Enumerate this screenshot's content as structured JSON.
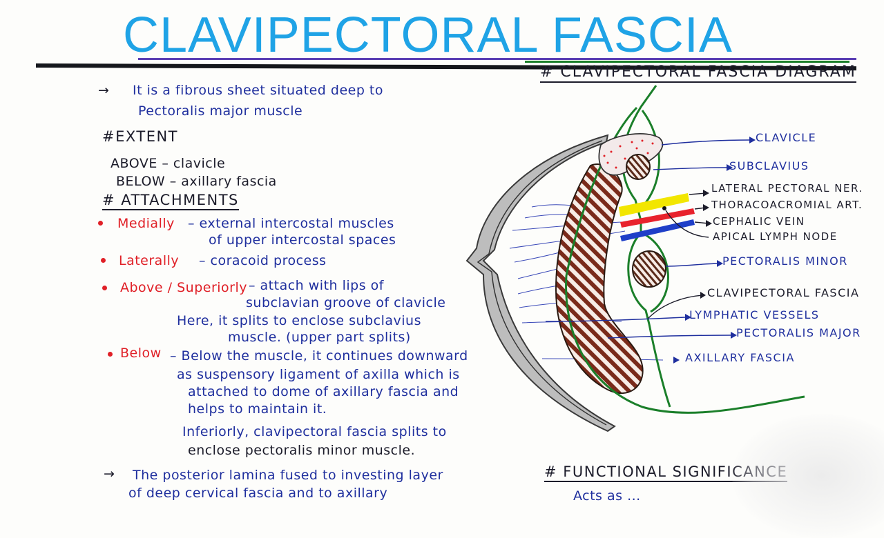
{
  "title": "CLAVIPECTORAL FASCIA",
  "intro": {
    "arrow": "→",
    "line1": "It is a fibrous sheet situated deep to",
    "line2": "Pectoralis major muscle"
  },
  "extent": {
    "heading": "#EXTENT",
    "above": "ABOVE – clavicle",
    "below": "BELOW – axillary fascia"
  },
  "attachments": {
    "heading": "# ATTACHMENTS",
    "medially_label": "Medially",
    "medially_text1": "– external intercostal muscles",
    "medially_text2": "of upper intercostal spaces",
    "laterally_label": "Laterally",
    "laterally_text": "– coracoid process",
    "above_label": "Above / Superiorly",
    "above_text1": "– attach with lips of",
    "above_text2": "subclavian groove of clavicle",
    "above_text3": "Here, it splits to enclose subclavius",
    "above_text4": "muscle. (upper part splits)",
    "below_label": "Below",
    "below_text1": "– Below the muscle, it continues downward",
    "below_text2": "as suspensory ligament of axilla which is",
    "below_text3": "attached to dome of axillary fascia and",
    "below_text4": "helps to maintain it.",
    "below_text5": "Inferiorly, clavipectoral fascia splits to",
    "below_text6": "enclose pectoralis minor muscle."
  },
  "posterior": {
    "arrow": "→",
    "line1": "The posterior lamina fused to investing layer",
    "line2": "of deep cervical fascia and to axillary"
  },
  "diagram": {
    "heading": "# CLAVIPECTORAL FASCIA DIAGRAM",
    "labels": {
      "clavicle": "CLAVICLE",
      "subclavius": "SUBCLAVIUS",
      "lateral_pectoral": "LATERAL PECTORAL NER.",
      "thoracoacromial": "THORACOACROMIAL ART.",
      "cephalic": "CEPHALIC VEIN",
      "apical": "APICAL LYMPH NODE",
      "pec_minor": "PECTORALIS MINOR",
      "clavi_fascia": "CLAVIPECTORAL FASCIA",
      "lymphatic": "LYMPHATIC VESSELS",
      "pec_major": "PECTORALIS MAJOR",
      "axillary_fascia": "AXILLARY FASCIA"
    }
  },
  "functional": {
    "heading": "# FUNCTIONAL SIGNIFICANCE",
    "line1": "Acts as ..."
  },
  "colors": {
    "title": "#1fa3e6",
    "text_blue": "#1f2f9e",
    "text_red": "#e02027",
    "fascia_green": "#1b7f2a",
    "muscle_brown": "#7a2a1a",
    "nerve_yellow": "#f2e600",
    "artery_red": "#e8222c",
    "vein_blue": "#1f3fc8"
  }
}
